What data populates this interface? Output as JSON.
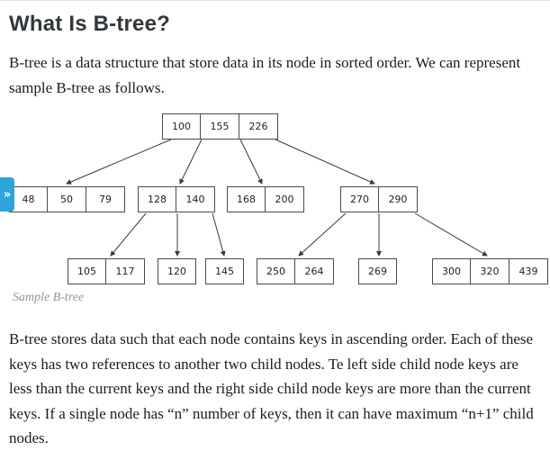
{
  "page": {
    "title": "What Is B-tree?",
    "intro": "B-tree is a data structure that store data in its node in sorted order. We can represent sample B-tree as follows.",
    "caption": "Sample B-tree",
    "body": "B-tree stores data such that each node contains keys in ascending order. Each of these keys has two references to another two child nodes. Te left side child node keys are less than the current keys and the right side child node keys are more than the current keys. If a single node has “n” number of keys, then it can have maximum “n+1” child nodes."
  },
  "sidebar_toggle": {
    "icon": "»"
  },
  "tree": {
    "root": [
      "100",
      "155",
      "226"
    ],
    "level2": [
      [
        "48",
        "50",
        "79"
      ],
      [
        "128",
        "140"
      ],
      [
        "168",
        "200"
      ],
      [
        "270",
        "290"
      ]
    ],
    "level3": [
      [
        "105",
        "117"
      ],
      [
        "120"
      ],
      [
        "145"
      ],
      [
        "250",
        "264"
      ],
      [
        "269"
      ],
      [
        "300",
        "320",
        "439"
      ]
    ],
    "edges": [
      {
        "from": "root",
        "to": "level2.0"
      },
      {
        "from": "root",
        "to": "level2.1"
      },
      {
        "from": "root",
        "to": "level2.2"
      },
      {
        "from": "root",
        "to": "level2.3"
      },
      {
        "from": "level2.1",
        "to": "level3.0"
      },
      {
        "from": "level2.1",
        "to": "level3.1"
      },
      {
        "from": "level2.1",
        "to": "level3.2"
      },
      {
        "from": "level2.3",
        "to": "level3.3"
      },
      {
        "from": "level2.3",
        "to": "level3.4"
      },
      {
        "from": "level2.3",
        "to": "level3.5"
      }
    ]
  },
  "colors": {
    "accent_blue": "#2da5dc",
    "title_text": "#32373b",
    "body_text": "#1d1d1d",
    "caption_text": "#949494",
    "node_border": "#4a4a4a",
    "arrow": "#3a3a3a"
  }
}
